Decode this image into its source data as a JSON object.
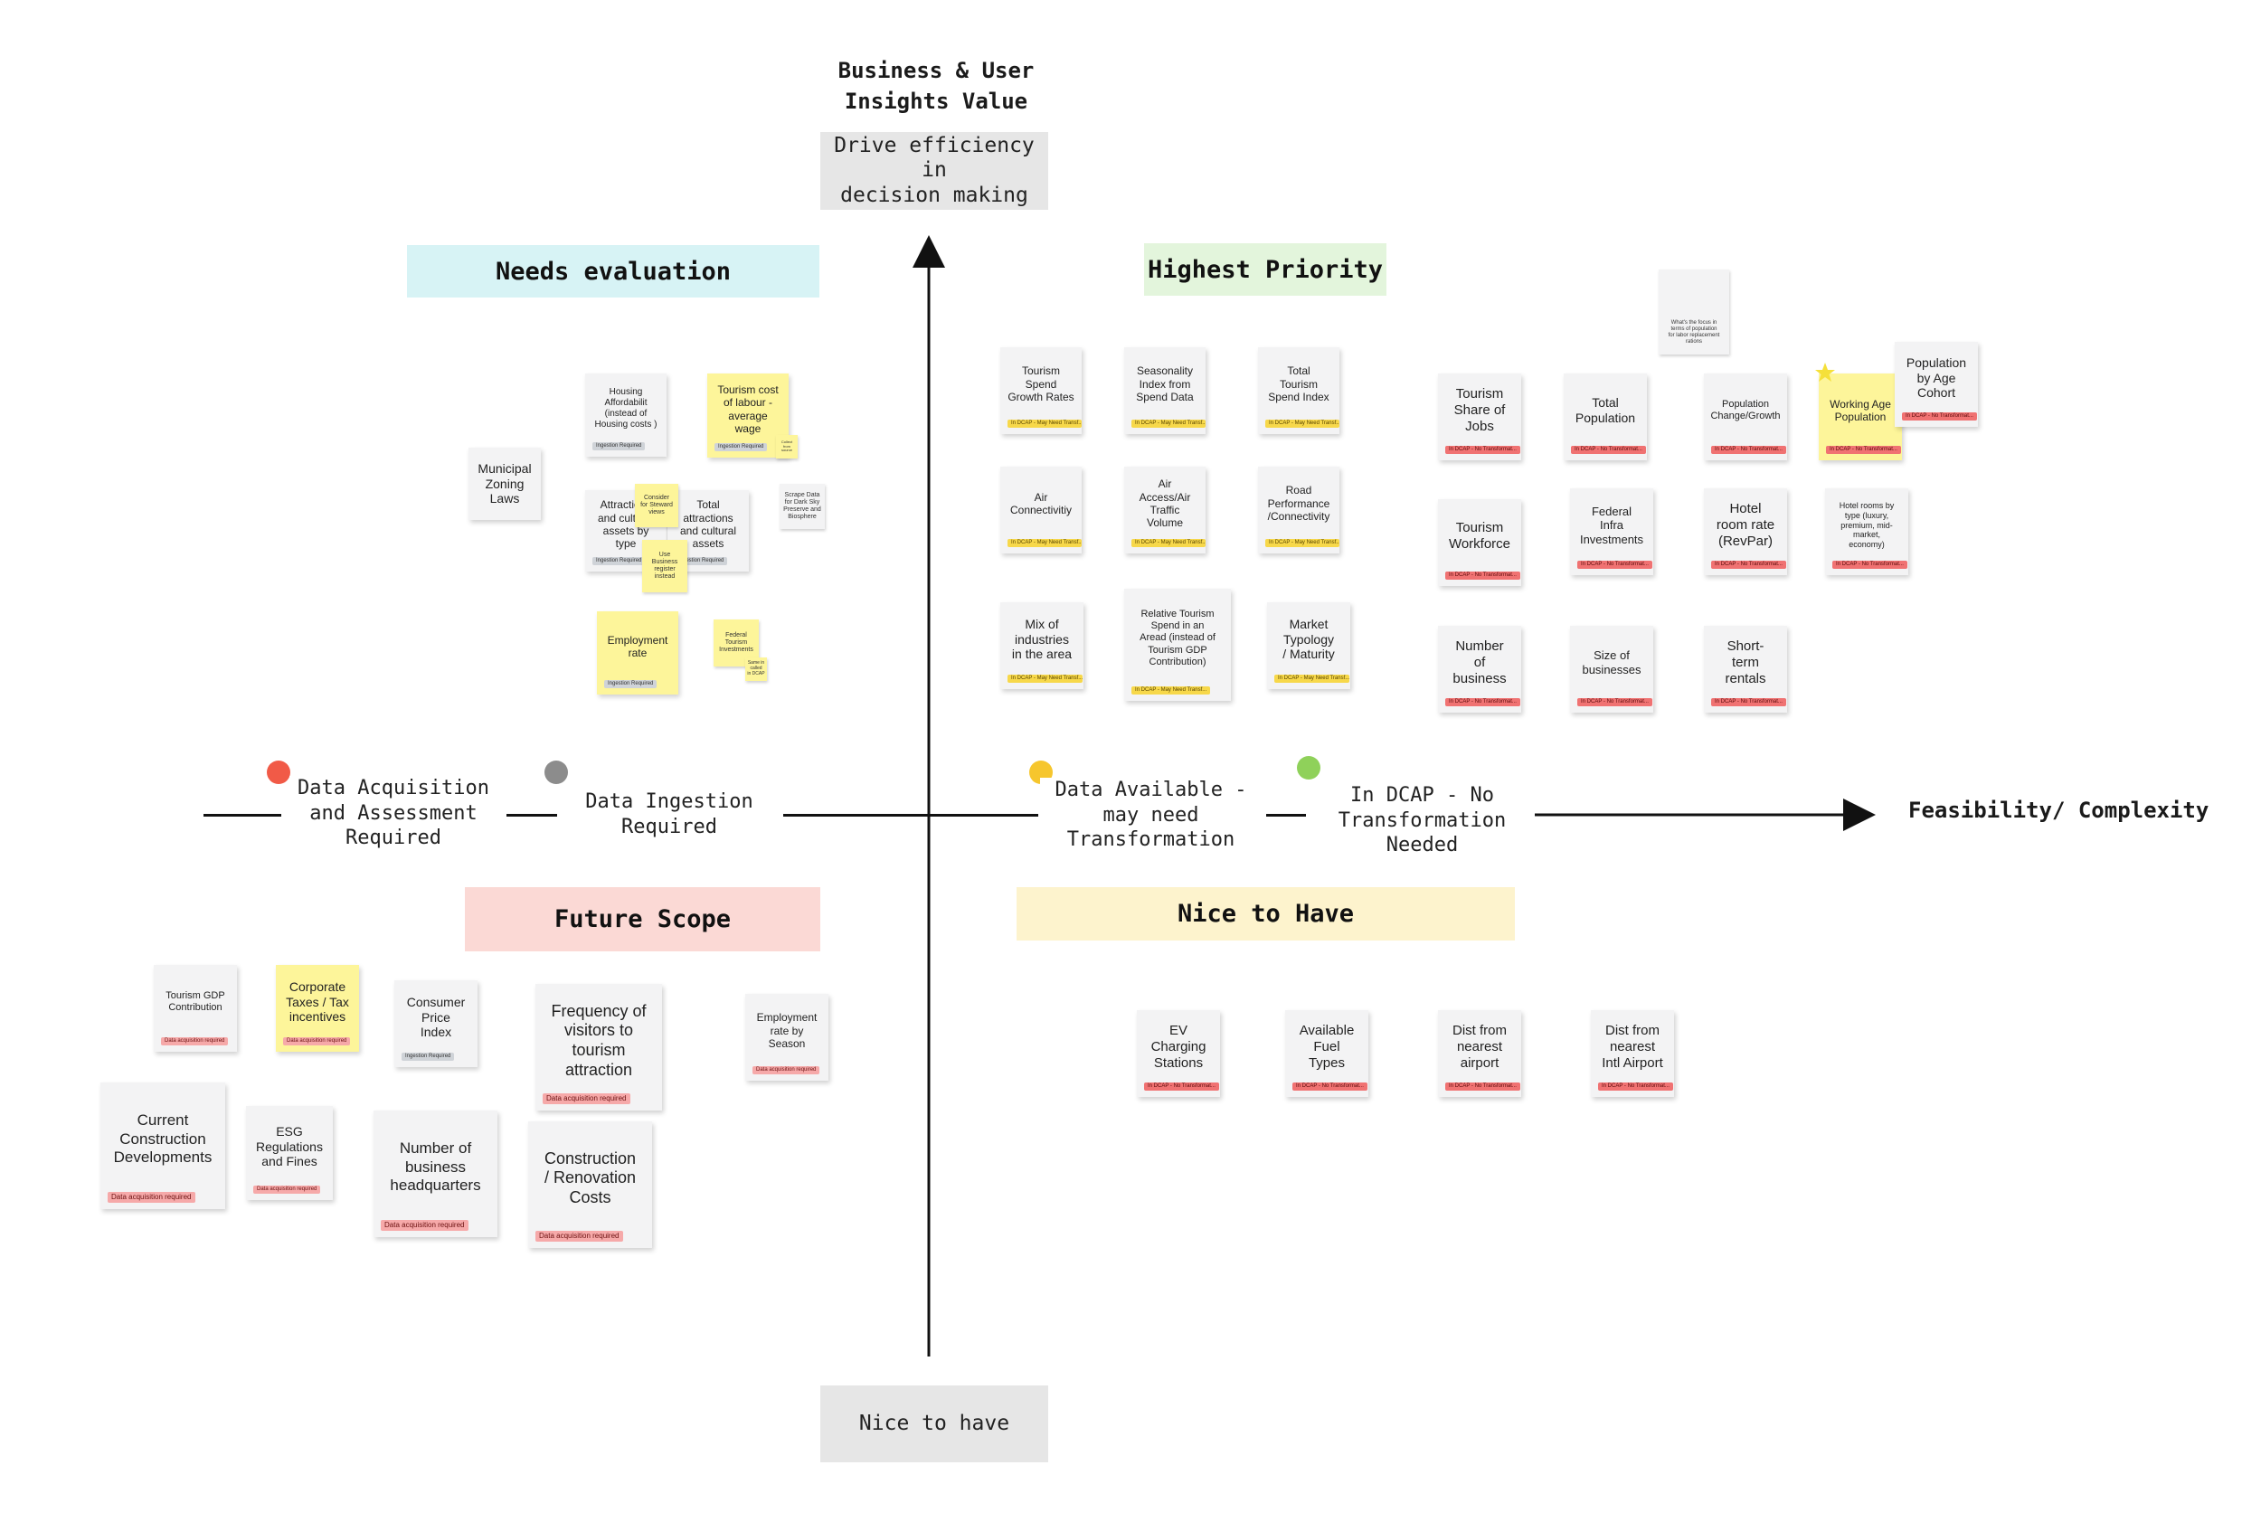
{
  "top_axis": {
    "title": "Business & User\nInsights Value",
    "high_label": "Drive efficiency in\ndecision making",
    "low_label": "Nice to have"
  },
  "x_axis": {
    "title": "Feasibility/ Complexity",
    "stages": [
      {
        "label": "Data Acquisition\nand Assessment\nRequired",
        "color": "#f15a47"
      },
      {
        "label": "Data Ingestion\nRequired",
        "color": "#8c8c8c"
      },
      {
        "label": "Data Available -\nmay need\nTransformation",
        "color": "#f6c62d"
      },
      {
        "label": "In DCAP - No\nTransformation\nNeeded",
        "color": "#8fd15a"
      }
    ]
  },
  "quadrants": {
    "needs_evaluation": {
      "label": "Needs evaluation",
      "color": "#d7f3f5"
    },
    "highest_priority": {
      "label": "Highest Priority",
      "color": "#e3f5dc"
    },
    "future_scope": {
      "label": "Future Scope",
      "color": "#fbd9d5"
    },
    "nice_to_have": {
      "label": "Nice to Have",
      "color": "#fdf3cd"
    }
  },
  "tags": {
    "ingestion": "Ingestion Required",
    "may_need": "In DCAP - May Need Transf...",
    "no_transform": "In DCAP - No Transformat...",
    "acquisition": "Data acquisition required"
  },
  "notes": {
    "needs_evaluation": [
      "Housing\nAffordabilit\n(instead of\nHousing costs )",
      "Tourism cost\nof labour -\naverage\nwage",
      "Municipal\nZoning\nLaws",
      "Attractions\nand cultural\nassets by\ntype",
      "Total\nattractions\nand cultural\nassets",
      "Employment\nrate",
      "Federal\nTourism\nInvestments"
    ],
    "comments": [
      "Consider\nfor Steward\nviews",
      "Use\nBusiness\nregister\ninstead",
      "Scrape Data\nfor Dark Sky\nPreserve and\nBiosphere",
      "Collect\nfrom\nsource",
      "Same in\ncalled\nin DCAP",
      "What's the focus in\nterms of population\nfor labor replacement\nrations"
    ],
    "highest_priority": [
      "Tourism\nSpend\nGrowth Rates",
      "Seasonality\nIndex from\nSpend Data",
      "Total\nTourism\nSpend Index",
      "Air\nConnectivitiy",
      "Air\nAccess/Air\nTraffic\nVolume",
      "Road\nPerformance\n/Connectivity",
      "Mix of\nindustries\nin the area",
      "Relative Tourism\nSpend in an\nAread (instead of\nTourism GDP\nContribution)",
      "Market\nTypology\n/ Maturity",
      "Tourism\nShare of\nJobs",
      "Total\nPopulation",
      "Population\nChange/Growth",
      "Working Age\nPopulation",
      "Population\nby Age\nCohort",
      "Tourism\nWorkforce",
      "Federal\nInfra\nInvestments",
      "Hotel\nroom rate\n(RevPar)",
      "Hotel rooms by\ntype (luxury,\npremium, mid-\nmarket,\neconomy)",
      "Number\nof\nbusiness",
      "Size of\nbusinesses",
      "Short-\nterm\nrentals"
    ],
    "future_scope": [
      "Tourism GDP\nContribution",
      "Corporate\nTaxes / Tax\nincentives",
      "Consumer\nPrice\nIndex",
      "Frequency of\nvisitors to\ntourism\nattraction",
      "Employment\nrate by\nSeason",
      "Current\nConstruction\nDevelopments",
      "ESG\nRegulations\nand Fines",
      "Number of\nbusiness\nheadquarters",
      "Construction\n/ Renovation\nCosts"
    ],
    "nice_to_have": [
      "EV\nCharging\nStations",
      "Available\nFuel\nTypes",
      "Dist from\nnearest\nairport",
      "Dist from\nnearest\nIntl Airport"
    ]
  },
  "star_color": "#f5e03a"
}
